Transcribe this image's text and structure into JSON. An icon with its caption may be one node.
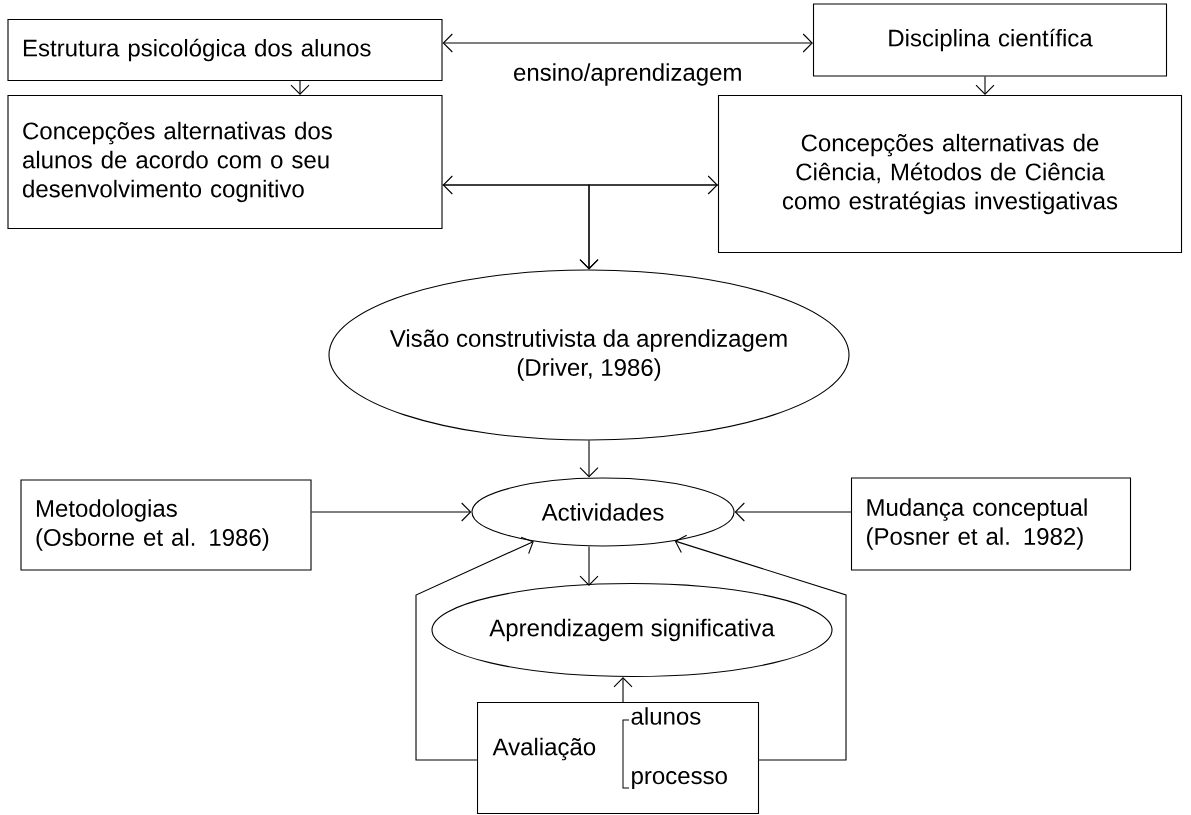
{
  "diagram": {
    "nodes": [
      {
        "text": [
          "Estrutura psicológica dos alunos"
        ]
      },
      {
        "text": [
          "Disciplina científica"
        ]
      },
      {
        "text": [
          "Concepções alternativas dos alunos de acordo com o seu desenvolvimento cognitivo"
        ]
      },
      {
        "text": [
          "Concepções alternativas de Ciência, Métodos de Ciência como estratégias investigativas"
        ]
      },
      {
        "text": [
          "Visão construtivista da aprendizagem",
          "(Driver, 1986)"
        ]
      },
      {
        "text": [
          "Metodologias",
          "(Osborne et al. 1986)"
        ]
      },
      {
        "text": [
          "Actividades"
        ]
      },
      {
        "text": [
          "Mudança conceptual",
          "(Posner et al. 1982)"
        ]
      },
      {
        "text": [
          "Aprendizagem significativa"
        ]
      },
      {
        "text": [
          "Avaliação",
          "alunos",
          "processo"
        ]
      }
    ],
    "edges": [
      {
        "from": 0,
        "to": 1,
        "arrow": "both",
        "label": "ensino/aprendizagem"
      },
      {
        "from": 0,
        "to": 2,
        "arrow": "to"
      },
      {
        "from": 1,
        "to": 3,
        "arrow": "to"
      },
      {
        "from": 2,
        "to": 3,
        "arrow": "both"
      },
      {
        "from": 2,
        "to": 4,
        "arrow": "to"
      },
      {
        "from": 3,
        "to": 4,
        "arrow": "to"
      },
      {
        "from": 4,
        "to": 6,
        "arrow": "to"
      },
      {
        "from": 5,
        "to": 6,
        "arrow": "to"
      },
      {
        "from": 7,
        "to": 6,
        "arrow": "to"
      },
      {
        "from": 6,
        "to": 8,
        "arrow": "to"
      },
      {
        "from": 9,
        "to": 8,
        "arrow": "to"
      },
      {
        "from": 9,
        "to": 6,
        "arrow": "to"
      },
      {
        "from": 9,
        "to": 6,
        "arrow": "to"
      }
    ]
  }
}
